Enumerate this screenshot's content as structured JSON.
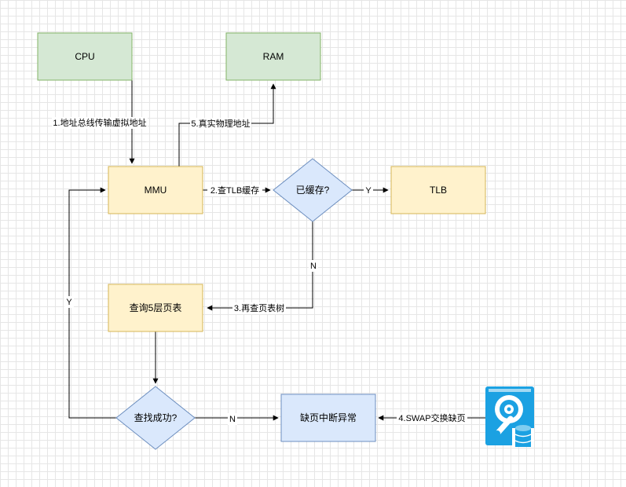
{
  "nodes": {
    "cpu": "CPU",
    "ram": "RAM",
    "mmu": "MMU",
    "tlb": "TLB",
    "cached": "已缓存?",
    "page_table": "查询5层页表",
    "found": "查找成功?",
    "page_fault": "缺页中断异常"
  },
  "edges": {
    "cpu_to_mmu": "1.地址总线传输虚拟地址",
    "mmu_to_ram": "5.真实物理地址",
    "mmu_to_cached": "2.查TLB缓存",
    "cached_yes": "Y",
    "cached_no": "N",
    "to_page_table": "3.再查页表树",
    "found_yes": "Y",
    "found_no": "N",
    "swap": "4.SWAP交换缺页"
  },
  "colors": {
    "green_fill": "#d5e8d4",
    "green_stroke": "#82b366",
    "yellow_fill": "#fff2cc",
    "yellow_stroke": "#d6b656",
    "blue_fill": "#dae8fc",
    "blue_stroke": "#6c8ebf",
    "disk_icon": "#1ba1e2"
  },
  "icons": {
    "disk": "hard-disk-icon"
  }
}
